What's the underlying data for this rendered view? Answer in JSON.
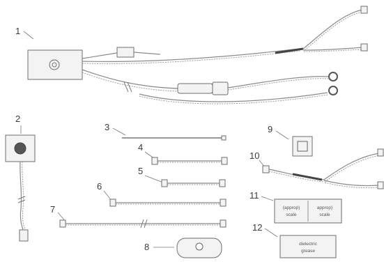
{
  "callouts": [
    "1",
    "2",
    "3",
    "4",
    "5",
    "6",
    "7",
    "8",
    "9",
    "10",
    "11",
    "12"
  ],
  "labels": {
    "label_11_left": "(approp)\nscale",
    "label_11_right": "approp)\nscale",
    "label_12": "dielectric\ngrease"
  }
}
